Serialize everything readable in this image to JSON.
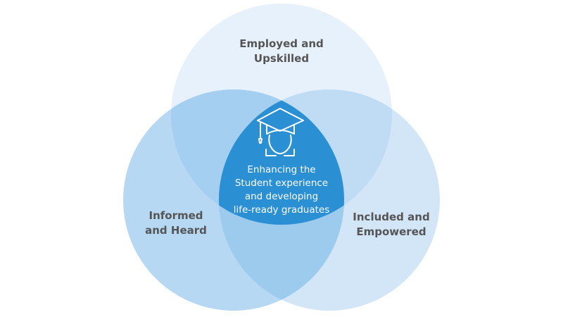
{
  "diagram": {
    "type": "venn",
    "circles": [
      {
        "id": "top",
        "label_line1": "Employed and",
        "label_line2": "Upskilled",
        "color": "#e6f1fb"
      },
      {
        "id": "left",
        "label_line1": "Informed",
        "label_line2": "and Heard",
        "color": "#b7d8f3"
      },
      {
        "id": "right",
        "label_line1": "Included and",
        "label_line2": "Empowered",
        "color": "#d3e6f8"
      }
    ],
    "intersection_colors": {
      "top_left": "#a5cff0",
      "top_right": "#c0dcf4",
      "left_right": "#9dcbee",
      "center": "#2a8fd3"
    },
    "center": {
      "icon": "graduate-cap-icon",
      "line1": "Enhancing the",
      "line2": "Student experience",
      "line3": "and developing",
      "line4": "life-ready graduates"
    }
  }
}
